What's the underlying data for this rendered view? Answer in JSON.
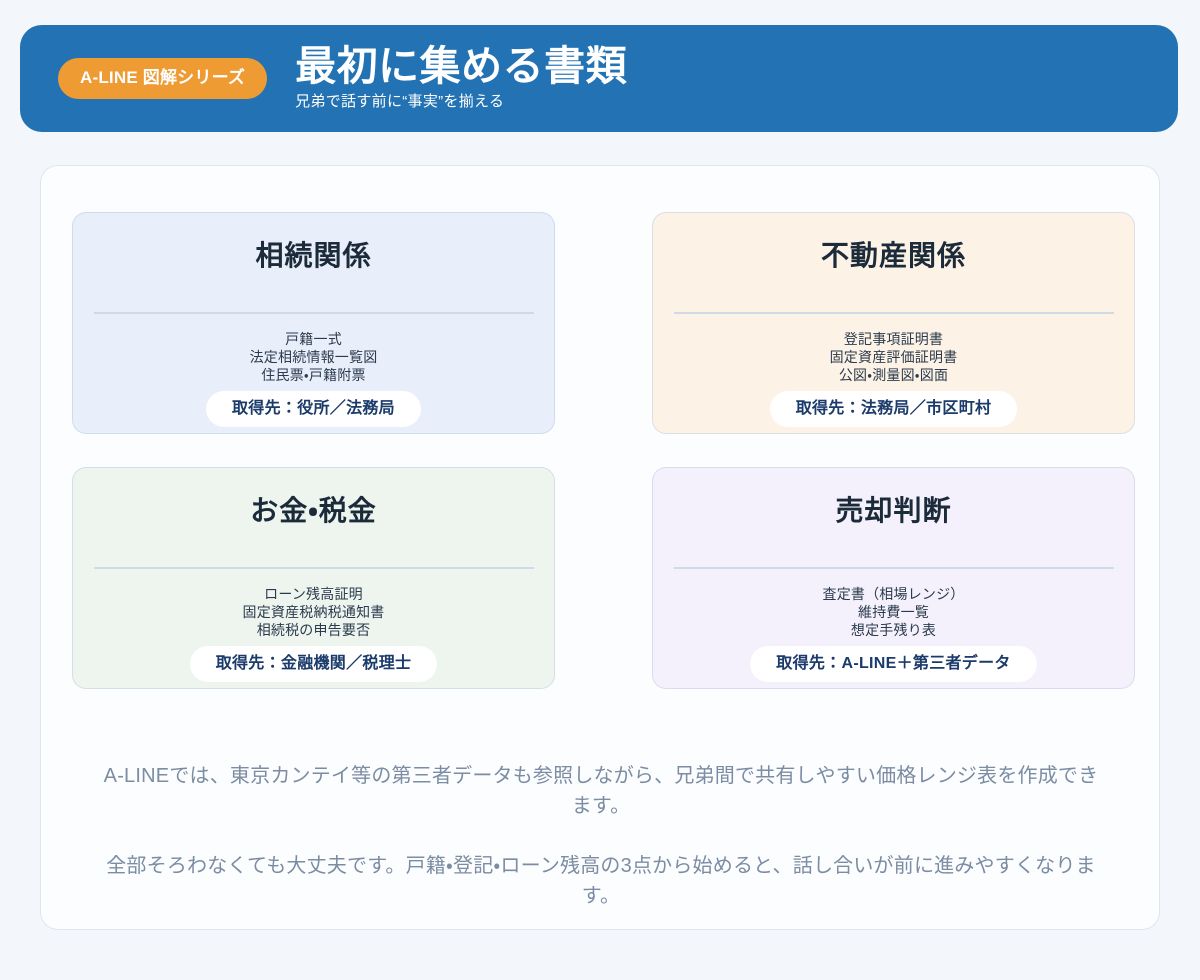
{
  "header": {
    "badge_label": "A-LINE 図解シリーズ",
    "title": "最初に集める書類",
    "subtitle": "兄弟で話す前に“事実”を揃える",
    "background_color": "#2373B4",
    "badge_color": "#EF9B33"
  },
  "cards": [
    {
      "title": "相続関係",
      "items": "戸籍一式\n法定相続情報一覧図\n住民票・戸籍附票",
      "source_label": "取得先：役所／法務局",
      "background_color": "#E8EEFA"
    },
    {
      "title": "不動産関係",
      "items": "登記事項証明書\n固定資産評価証明書\n公図・測量図・図面",
      "source_label": "取得先：法務局／市区町村",
      "background_color": "#FDF2E6"
    },
    {
      "title": "お金・税金",
      "items": "ローン残高証明\n固定資産税納税通知書\n相続税の申告要否",
      "source_label": "取得先：金融機関／税理士",
      "background_color": "#EDF5EE"
    },
    {
      "title": "売却判断",
      "items": "査定書（相場レンジ）\n維持費一覧\n想定手残り表",
      "source_label": "取得先：A-LINE＋第三者データ",
      "background_color": "#F4F1FC"
    }
  ],
  "notes": [
    "A-LINEでは、東京カンテイ等の第三者データも参照しながら、兄弟間で共有しやすい価格レンジ表を作成できます。",
    "全部そろわなくても大丈夫です。戸籍・登記・ローン残高の3点から始めると、話し合いが前に進みやすくなります。"
  ],
  "theme": {
    "page_background": "#F3F7FB",
    "panel_background": "#FCFDFF",
    "title_color": "#1C2B3A",
    "body_color": "#2B3B4D",
    "note_color": "#7B8CA3",
    "pill_text_color": "#1B3B6B",
    "divider_color": "#CEDAE7"
  }
}
